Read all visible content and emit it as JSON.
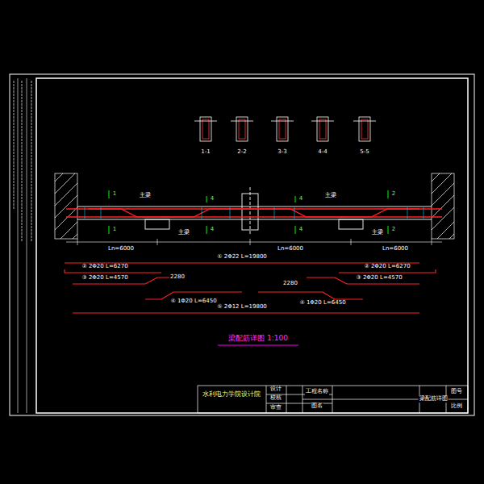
{
  "diagram": {
    "title": "梁配筋详图 1:100",
    "labels": [
      "1-1",
      "2-2",
      "3-3",
      "4-4",
      "5-5",
      "1",
      "1",
      "4",
      "4",
      "4",
      "4",
      "2",
      "2",
      "主梁",
      "主梁",
      "主梁",
      "主梁",
      "Ln=6000",
      "Ln=6000",
      "Ln=6000",
      "① 2Φ22 L=19800",
      "② 2Φ20 L=6270",
      "② 2Φ20 L=6270",
      "③ 2Φ20 L=4570",
      "③ 2Φ20 L=4570",
      "④ 1Φ20 L=6450",
      "④ 1Φ20 L=6450",
      "⑤ 2Φ12 L=19800",
      "2280",
      "2280",
      "水利电力学院设计院",
      "设计",
      "校核",
      "审查",
      "工程名称",
      "图名",
      "梁配筋详图",
      "图号",
      "比例"
    ]
  }
}
